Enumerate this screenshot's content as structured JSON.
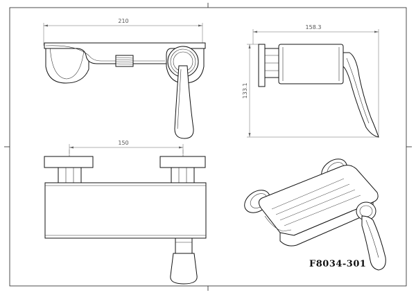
{
  "drawing": {
    "model_code": "F8034-301",
    "views": {
      "front": {
        "dimension": "210"
      },
      "side": {
        "width_dimension": "158.3",
        "height_dimension": "133.1"
      },
      "top": {
        "dimension": "150"
      }
    }
  }
}
